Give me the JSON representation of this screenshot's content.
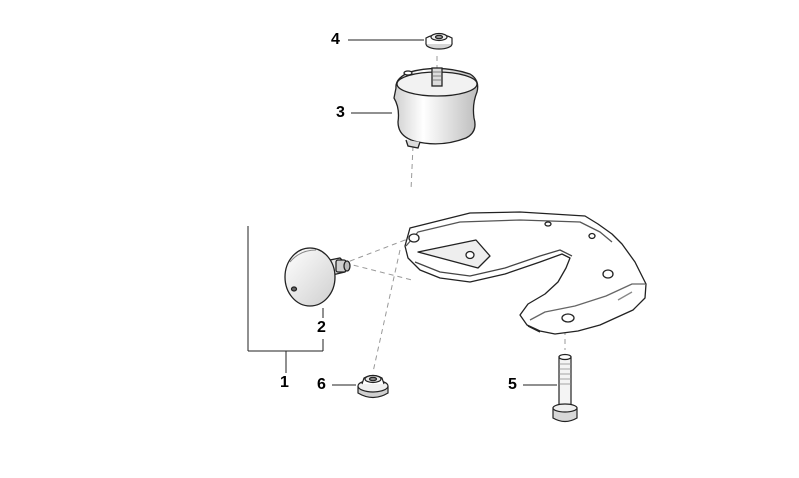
{
  "callouts": {
    "c1": "1",
    "c2": "2",
    "c3": "3",
    "c4": "4",
    "c5": "5",
    "c6": "6"
  },
  "colors": {
    "line": "#222222",
    "fill": "#ffffff",
    "shade": "#dcdcdc",
    "dash": "#999999"
  }
}
